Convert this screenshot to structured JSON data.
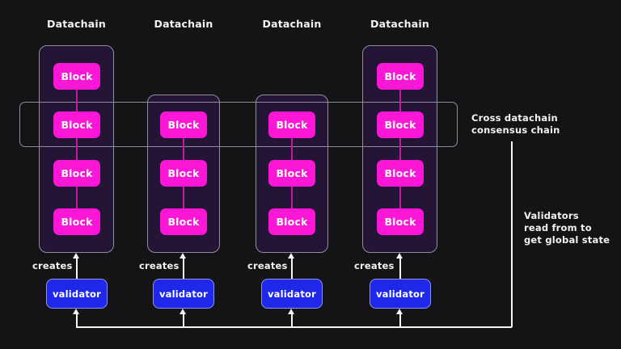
{
  "diagram": {
    "title_text": "Datachain",
    "background_color": "#141416",
    "accent_block_color": "#FB17D5",
    "accent_validator_color": "#1F27E8",
    "chain_panel_color": "#241537",
    "line_color": "#f4f4f6",
    "columns": [
      {
        "title": "Datachain",
        "creates_label": "creates",
        "validator_label": "validator",
        "blocks": [
          {
            "label": "Block"
          },
          {
            "label": "Block"
          },
          {
            "label": "Block"
          },
          {
            "label": "Block"
          }
        ]
      },
      {
        "title": "Datachain",
        "creates_label": "creates",
        "validator_label": "validator",
        "blocks": [
          {
            "label": "Block"
          },
          {
            "label": "Block"
          },
          {
            "label": "Block"
          }
        ]
      },
      {
        "title": "Datachain",
        "creates_label": "creates",
        "validator_label": "validator",
        "blocks": [
          {
            "label": "Block"
          },
          {
            "label": "Block"
          },
          {
            "label": "Block"
          }
        ]
      },
      {
        "title": "Datachain",
        "creates_label": "creates",
        "validator_label": "validator",
        "blocks": [
          {
            "label": "Block"
          },
          {
            "label": "Block"
          },
          {
            "label": "Block"
          },
          {
            "label": "Block"
          }
        ]
      }
    ],
    "annotations": {
      "consensus": "Cross datachain\nconsensus chain",
      "validators_read": "Validators\nread from to\nget global state"
    }
  }
}
